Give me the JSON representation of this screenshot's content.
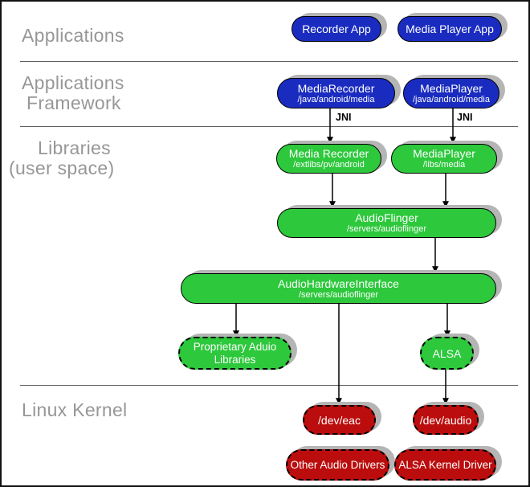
{
  "colors": {
    "blue": "#1a2cc0",
    "green": "#2dc83c",
    "red": "#bb0d0d",
    "shadow": "#b5b5b5",
    "label_grey": "#979797"
  },
  "sections": {
    "applications": "Applications",
    "framework_line1": "Applications",
    "framework_line2": "Framework",
    "libraries_line1": "Libraries",
    "libraries_line2": "(user space)",
    "kernel": "Linux Kernel"
  },
  "edges": {
    "jni_left": "JNI",
    "jni_right": "JNI"
  },
  "nodes": {
    "recorder_app": {
      "title": "Recorder App"
    },
    "media_player_app": {
      "title": "Media Player App"
    },
    "media_recorder_fw": {
      "title": "MediaRecorder",
      "path": "/java/android/media"
    },
    "media_player_fw": {
      "title": "MediaPlayer",
      "path": "/java/android/media"
    },
    "media_recorder_lib": {
      "title": "Media Recorder",
      "path": "/extlibs/pv/android"
    },
    "media_player_lib": {
      "title": "MediaPlayer",
      "path": "/libs/media"
    },
    "audio_flinger": {
      "title": "AudioFlinger",
      "path": "/servers/audioflinger"
    },
    "audio_hw_interface": {
      "title": "AudioHardwareInterface",
      "path": "/servers/audioflinger"
    },
    "proprietary_audio": {
      "title": "Proprietary Aduio Libraries"
    },
    "alsa": {
      "title": "ALSA"
    },
    "dev_eac": {
      "title": "/dev/eac"
    },
    "dev_audio": {
      "title": "/dev/audio"
    },
    "other_audio_drivers": {
      "title": "Other Audio Drivers"
    },
    "alsa_kernel_driver": {
      "title": "ALSA Kernel Driver"
    }
  }
}
